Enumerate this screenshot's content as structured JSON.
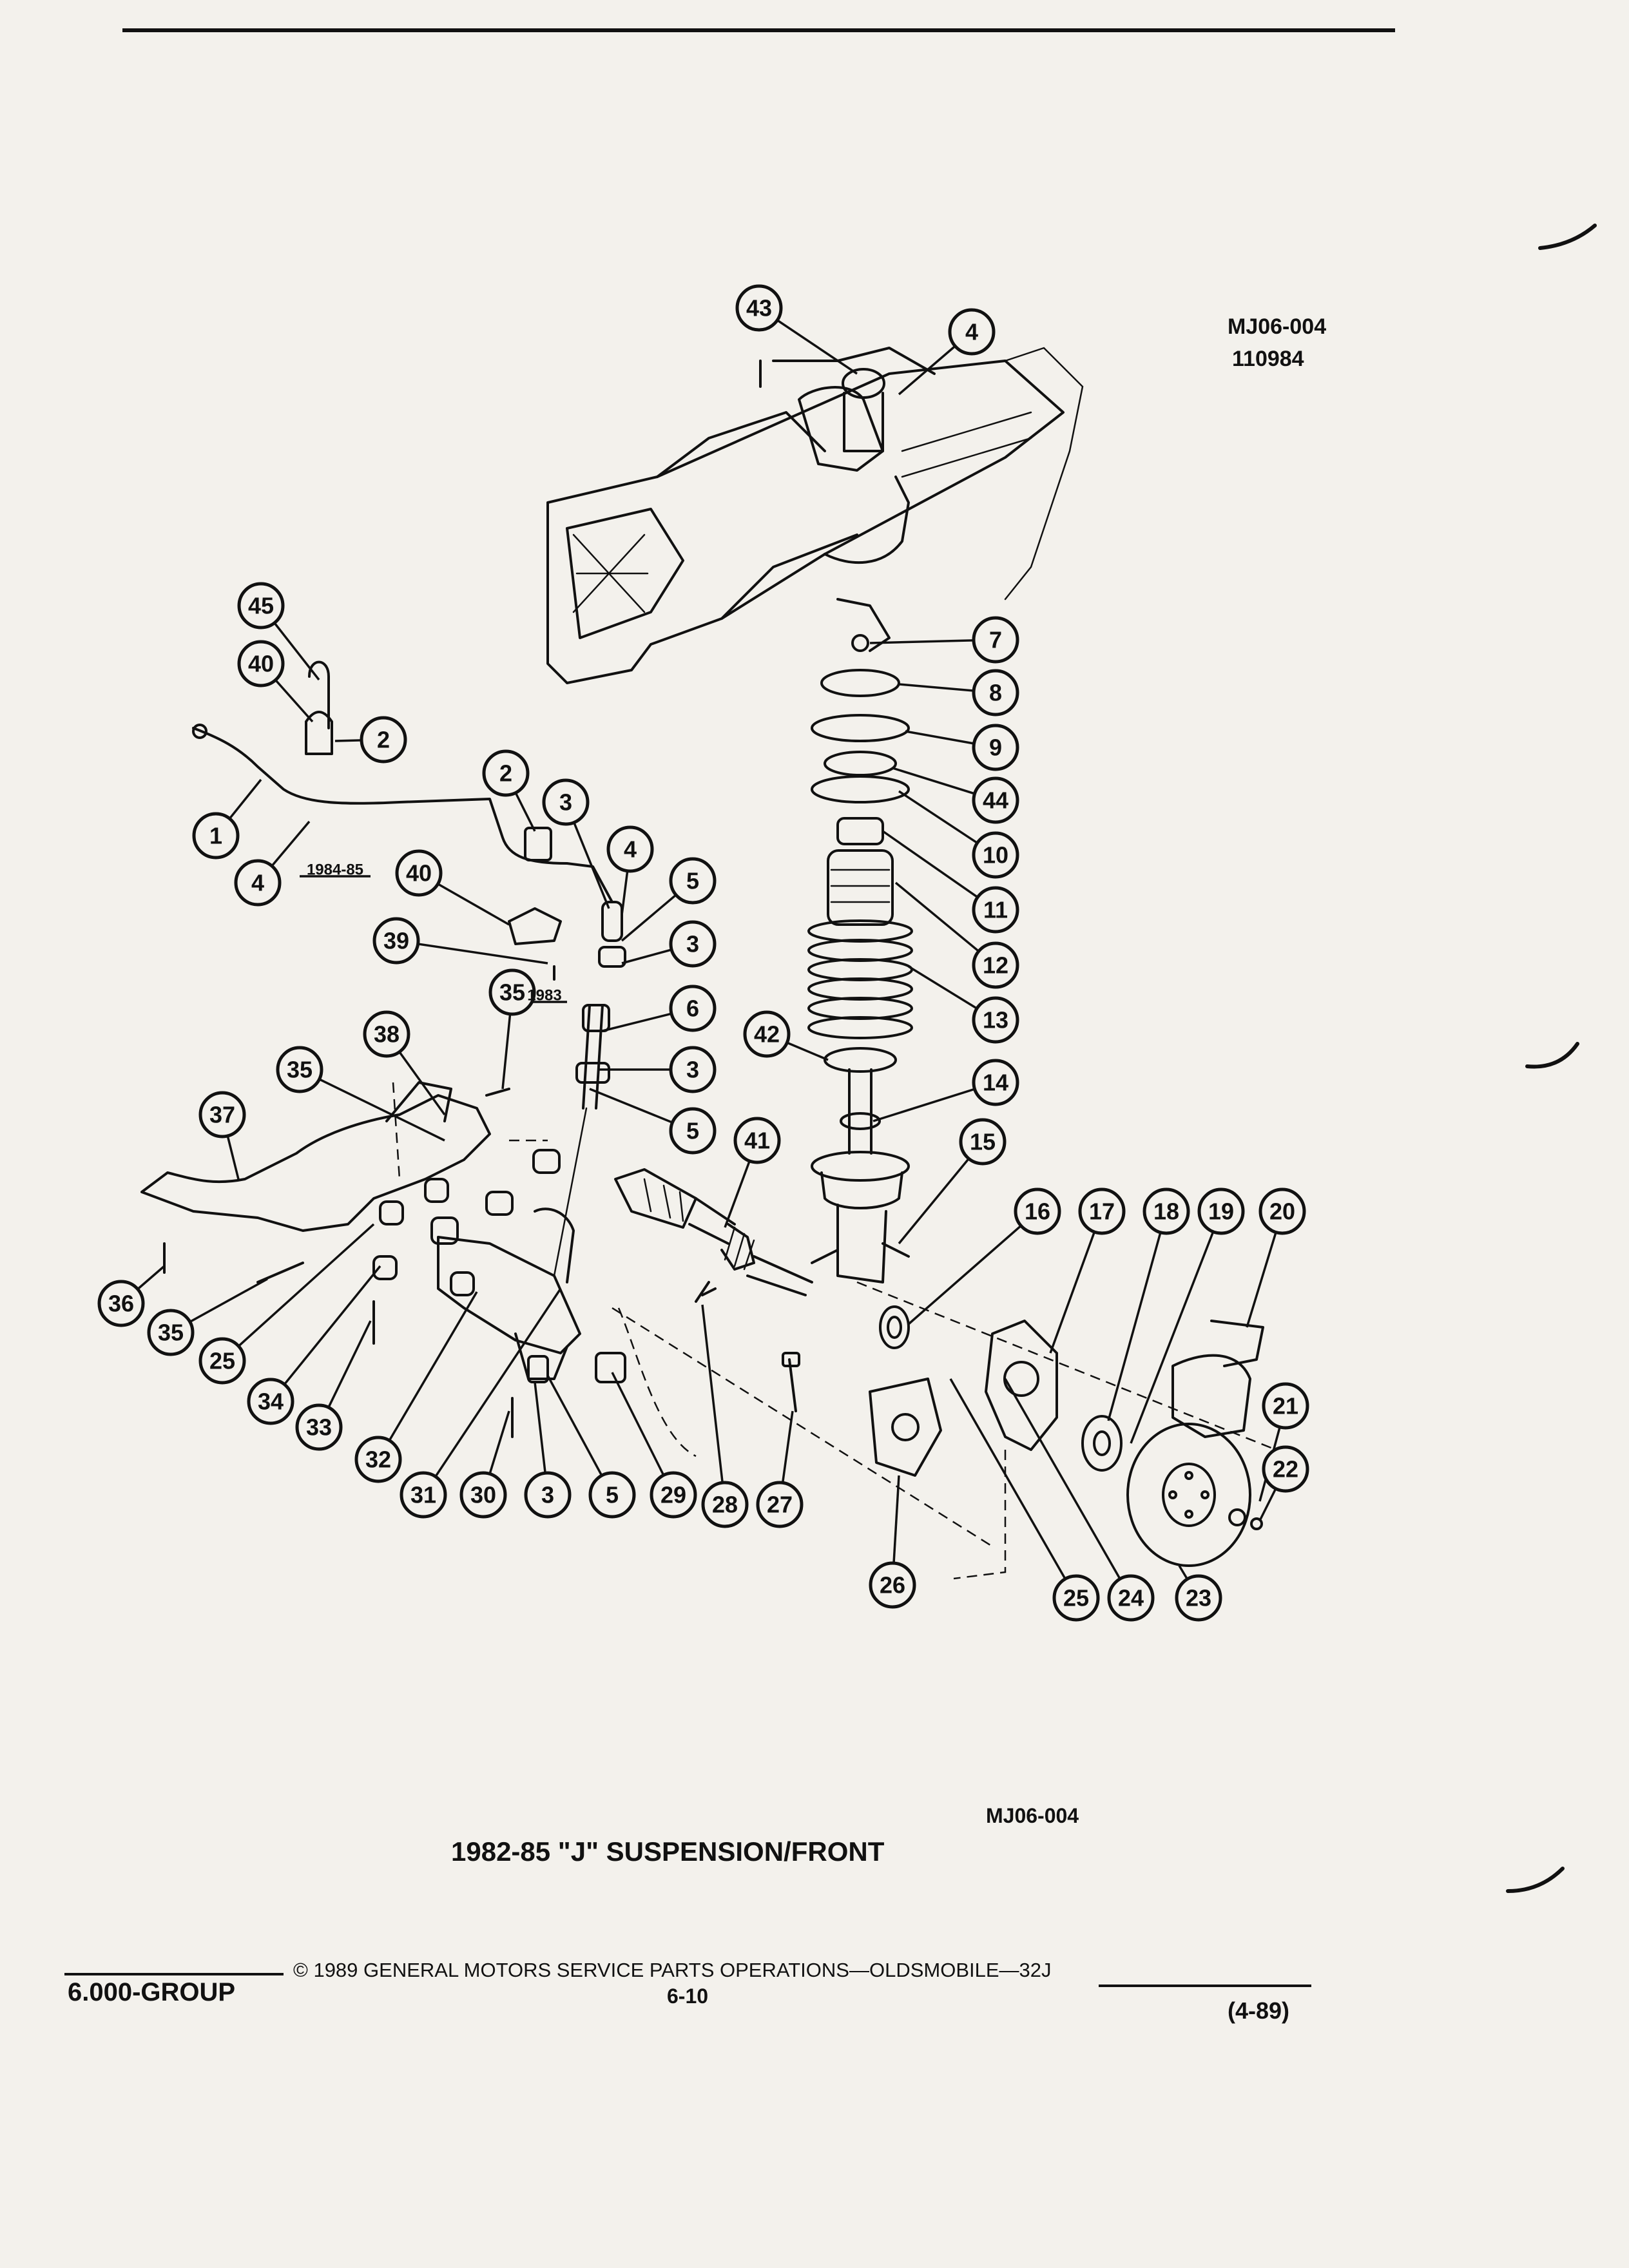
{
  "figure_code_top": "MJ06-004",
  "figure_date": "110984",
  "figure_code_bottom": "MJ06-004",
  "title": "1982-85 \"J\" SUSPENSION/FRONT",
  "year_label_a": "1984-85",
  "year_label_b": "1983",
  "footer": {
    "group": "6.000-GROUP",
    "copyright": "© 1989 GENERAL MOTORS SERVICE PARTS OPERATIONS—OLDSMOBILE—32J",
    "page": "6-10",
    "revision": "(4-89)"
  },
  "callouts": [
    "43",
    "4",
    "7",
    "8",
    "9",
    "44",
    "10",
    "11",
    "12",
    "13",
    "42",
    "14",
    "15",
    "16",
    "17",
    "18",
    "19",
    "20",
    "21",
    "22",
    "23",
    "24",
    "25",
    "26",
    "27",
    "28",
    "41",
    "45",
    "40",
    "2",
    "1",
    "4",
    "2",
    "3",
    "4",
    "5",
    "3",
    "40",
    "39",
    "35",
    "6",
    "3",
    "5",
    "38",
    "35",
    "37",
    "36",
    "35",
    "25",
    "34",
    "33",
    "32",
    "31",
    "30",
    "3",
    "5",
    "29"
  ]
}
